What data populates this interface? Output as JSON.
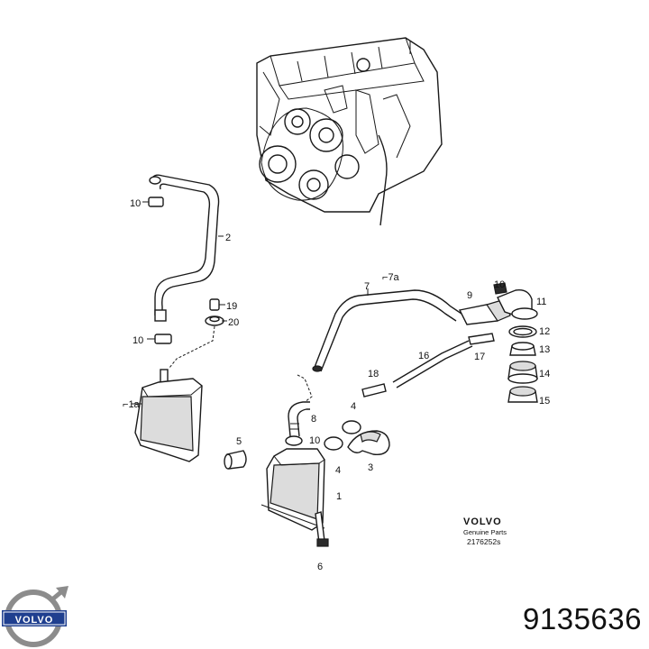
{
  "callouts": {
    "c10a": "10",
    "c2": "2",
    "c19": "19",
    "c20": "20",
    "c10b": "10",
    "c1a": "1a",
    "c7a": "7a",
    "c7": "7",
    "c9": "9",
    "c10c": "10",
    "c11": "11",
    "c12": "12",
    "c13": "13",
    "c14": "14",
    "c15": "15",
    "c16": "16",
    "c17": "17",
    "c18": "18",
    "c8": "8",
    "c4": "4",
    "c10d": "10",
    "c5": "5",
    "c3": "3",
    "c4b": "4",
    "c1": "1",
    "c6": "6"
  },
  "stamp": {
    "brand": "VOLVO",
    "line2": "Genuine Parts",
    "code": "2176252s"
  },
  "footer": {
    "logo_text": "VOLVO",
    "part_number": "9135636"
  }
}
